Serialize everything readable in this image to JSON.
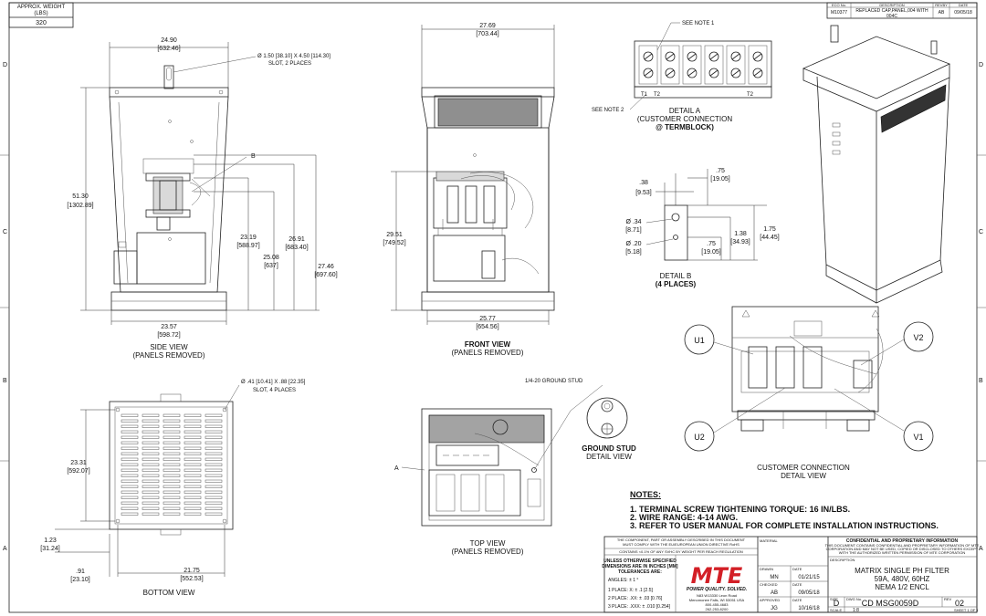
{
  "weight_box": {
    "label": "APPROX. WEIGHT\n(LBS)",
    "label_line1": "APPROX. WEIGHT",
    "label_line2": "(LBS)",
    "value": "320"
  },
  "revision": {
    "headers": [
      "ECO No.",
      "DESCRIPTION",
      "REVBY",
      "DATE"
    ],
    "row": [
      "M10377",
      "REPLACED CAP,PANEL,004 WITH 004C",
      "AB",
      "09/05/18"
    ],
    "desc_line1": "REPLACED CAP,PANEL,004 WITH",
    "desc_line2": "004C"
  },
  "zones": {
    "left": [
      "D",
      "C",
      "B",
      "A"
    ],
    "right": [
      "D",
      "C",
      "B",
      "A"
    ]
  },
  "side_view": {
    "title_line1": "SIDE VIEW",
    "title_line2": "(PANELS REMOVED)",
    "width_top": "24.90",
    "width_top_mm": "[632.46]",
    "slot_note_line1": "Ø 1.50 [38.10] X 4.50 [114.30]",
    "slot_note_line2": "SLOT, 2 PLACES",
    "height_total": "51.30",
    "height_total_mm": "[1302.89]",
    "d1": "23.19",
    "d1_mm": "[588.97]",
    "d2": "25.08",
    "d2_mm": "[637]",
    "d3": "26.91",
    "d3_mm": "[683.40]",
    "d4": "27.46",
    "d4_mm": "[697.60]",
    "width_bottom": "23.57",
    "width_bottom_mm": "[598.72]",
    "callout_b": "B"
  },
  "front_view": {
    "title_line1": "FRONT VIEW",
    "title_line2": "(PANELS REMOVED)",
    "width_top": "27.69",
    "width_top_mm": "[703.44]",
    "height": "29.51",
    "height_mm": "[749.52]",
    "width_bottom": "25.77",
    "width_bottom_mm": "[654.56]"
  },
  "detail_a": {
    "see_note1": "SEE NOTE 1",
    "see_note2": "SEE NOTE 2",
    "title_line1": "DETAIL A",
    "title_line2": "(CUSTOMER CONNECTION",
    "title_line3": "@ TERMBLOCK)",
    "terminals": [
      "T1",
      "T2",
      "",
      "",
      "",
      "T2"
    ]
  },
  "detail_b": {
    "title_line1": "DETAIL B",
    "title_line2": "(4 PLACES)",
    "a": ".38",
    "a_mm": "[9.53]",
    "b": ".75",
    "b_mm": "[19.05]",
    "c": "Ø .34",
    "c_mm": "[8.71]",
    "d": "Ø .20",
    "d_mm": "[5.18]",
    "e": ".75",
    "e_mm": "[19.05]",
    "f": "1.38",
    "f_mm": "[34.93]",
    "g": "1.75",
    "g_mm": "[44.45]"
  },
  "customer_connection": {
    "title_line1": "CUSTOMER CONNECTION",
    "title_line2": "DETAIL VIEW",
    "u1": "U1",
    "u2": "U2",
    "v1": "V1",
    "v2": "V2"
  },
  "bottom_view": {
    "title": "BOTTOM VIEW",
    "slot_note_line1": "Ø .41 [10.41] X .88 [22.35]",
    "slot_note_line2": "SLOT, 4 PLACES",
    "height": "23.31",
    "height_mm": "[592.07]",
    "offset": "1.23",
    "offset_mm": "[31.24]",
    "small": ".91",
    "small_mm": "[23.10]",
    "width": "21.75",
    "width_mm": "[552.53]"
  },
  "top_view": {
    "title_line1": "TOP VIEW",
    "title_line2": "(PANELS REMOVED)",
    "ground_stud": "1/4-20 GROUND STUD",
    "callout_a": "A"
  },
  "ground_stud_detail": {
    "title_line1": "GROUND STUD",
    "title_line2": "DETAIL VIEW"
  },
  "notes": {
    "heading": "NOTES:",
    "items": [
      "1.  TERMINAL SCREW TIGHTENING TORQUE: 16 IN/LBS.",
      "2.  WIRE RANGE: 4-14 AWG.",
      "3.  REFER TO USER MANUAL FOR COMPLETE INSTALLATION INSTRUCTIONS."
    ]
  },
  "title_block": {
    "rohs_line1": "THE COMPONENT, PART OR ASSEMBLY DESCRIBED IN THIS DOCUMENT",
    "rohs_line2": "MUST COMPLY WITH THE EU/EUROPEAN UNION DIRECTIVE RoHS",
    "reach": "CONTAINS <0.1% OF ANY SVHC BY WEIGHT PER REACH REGULATION",
    "tol_line1": "UNLESS OTHERWISE SPECIFIED",
    "tol_line2": "DIMENSIONS ARE IN INCHES [MM]",
    "tol_line3": "TOLERANCES ARE:",
    "angles": "ANGLES: ± 1 °",
    "one_place": "1 PLACE: X: ± .1 [2.5]",
    "two_place": "2 PLACE: .XX: ± .03 [0.76]",
    "three_place": "3 PLACE: .XXX: ± .010 [0.254]",
    "material": "MATERIAL",
    "logo": "MTE",
    "tagline": "POWER QUALITY. SOLVED.",
    "address_line1": "N83 W13330 Leon Road",
    "address_line2": "Menomonee Falls, WI 53051 USA",
    "address_line3": "800-455-4683",
    "address_line4": "262-253-8200",
    "drawn_label": "DRAWN",
    "drawn": "MN",
    "checked_label": "CHECKED",
    "checked": "AB",
    "approved_label": "APPROVED",
    "approved": "JG",
    "date_label": "DATE",
    "drawn_date": "01/21/15",
    "checked_date": "09/05/18",
    "approved_date": "10/16/18",
    "conf_title": "CONFIDENTIAL AND PROPRIETARY INFORMATION",
    "conf_line1": "THIS DOCUMENT CONTAINS CONFIDENTIAL AND PROPRIETARY INFORMATION OF MTE",
    "conf_line2": "CORPORATION AND MAY NOT BE USED, COPIED OR DISCLOSED TO OTHERS EXCEPT",
    "conf_line3": "WITH THE AUTHORIZED WRITTEN PERMISSION OF MTE CORPORATION",
    "description_label": "DESCRIPTION",
    "desc_line1": "MATRIX SINGLE PH FILTER",
    "desc_line2": "59A, 480V, 60HZ",
    "desc_line3": "NEMA 1/2 ENCL",
    "size_label": "SIZE",
    "size": "D",
    "dwg_label": "DWG No.",
    "dwg": "CD MSG0059D",
    "rev_label": "REV",
    "rev": "02",
    "scale_label": "SCALE",
    "scale": "1:8",
    "sheet": "SHEET 1 OF 1"
  }
}
